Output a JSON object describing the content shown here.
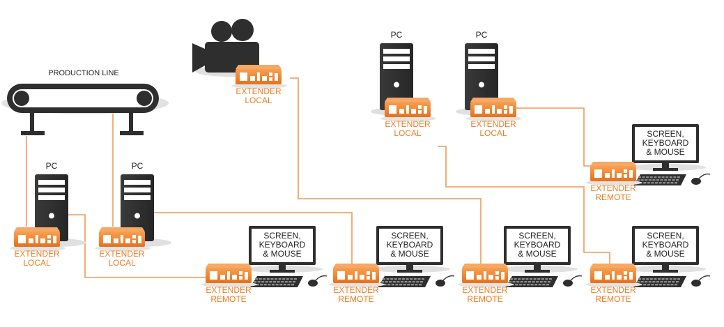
{
  "colors": {
    "accent": "#ef7d22",
    "device": "#2e2e2e",
    "shadow": "#dcdcdc",
    "line": "#ef9a55"
  },
  "production_line": {
    "title": "PRODUCTION LINE"
  },
  "camera": {
    "icon": "video-camera-icon"
  },
  "pcs": [
    {
      "label": "PC"
    },
    {
      "label": "PC"
    },
    {
      "label": "PC"
    },
    {
      "label": "PC"
    }
  ],
  "local_extenders": [
    {
      "line1": "EXTENDER",
      "line2": "LOCAL"
    },
    {
      "line1": "EXTENDER",
      "line2": "LOCAL"
    },
    {
      "line1": "EXTENDER",
      "line2": "LOCAL"
    },
    {
      "line1": "EXTENDER",
      "line2": "LOCAL"
    },
    {
      "line1": "EXTENDER",
      "line2": "LOCAL"
    }
  ],
  "remote_stations": [
    {
      "screen_lines": [
        "SCREEN,",
        "KEYBOARD",
        "& MOUSE"
      ],
      "ext_line1": "EXTENDER",
      "ext_line2": "REMOTE"
    },
    {
      "screen_lines": [
        "SCREEN,",
        "KEYBOARD",
        "& MOUSE"
      ],
      "ext_line1": "EXTENDER",
      "ext_line2": "REMOTE"
    },
    {
      "screen_lines": [
        "SCREEN,",
        "KEYBOARD",
        "& MOUSE"
      ],
      "ext_line1": "EXTENDER",
      "ext_line2": "REMOTE"
    },
    {
      "screen_lines": [
        "SCREEN,",
        "KEYBOARD",
        "& MOUSE"
      ],
      "ext_line1": "EXTENDER",
      "ext_line2": "REMOTE"
    },
    {
      "screen_lines": [
        "SCREEN,",
        "KEYBOARD",
        "& MOUSE"
      ],
      "ext_line1": "EXTENDER",
      "ext_line2": "REMOTE"
    }
  ]
}
